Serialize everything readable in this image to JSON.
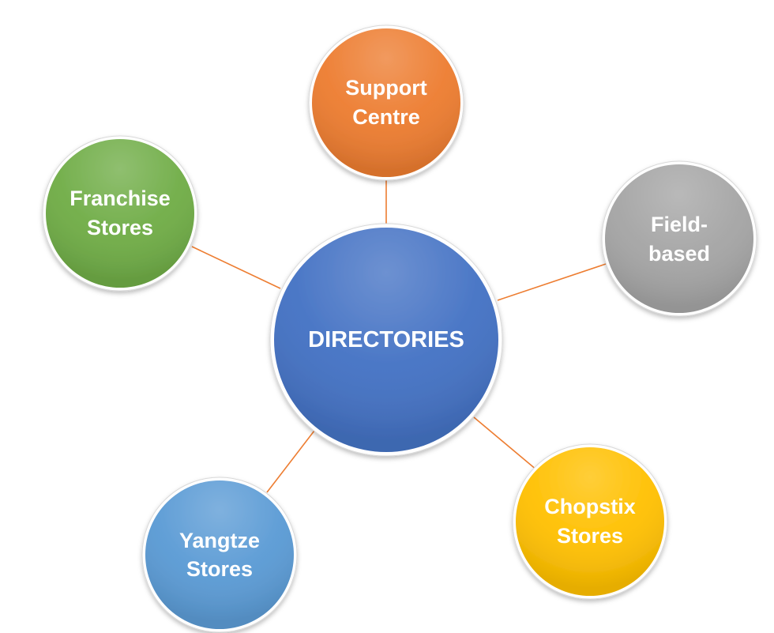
{
  "hub": {
    "label": "DIRECTORIES",
    "color": "#4472C4"
  },
  "nodes": [
    {
      "id": "support-centre",
      "lines": [
        "Support",
        "Centre"
      ],
      "color": "#ED7D31"
    },
    {
      "id": "field-based",
      "lines": [
        "Field-",
        "based"
      ],
      "color": "#A5A5A5"
    },
    {
      "id": "chopstix-stores",
      "lines": [
        "Chopstix",
        "Stores"
      ],
      "color": "#FFC000"
    },
    {
      "id": "yangtze-stores",
      "lines": [
        "Yangtze",
        "Stores"
      ],
      "color": "#5B9BD5"
    },
    {
      "id": "franchise-stores",
      "lines": [
        "Franchise",
        "Stores"
      ],
      "color": "#70AD47"
    }
  ],
  "connector_color": "#ED7D31"
}
